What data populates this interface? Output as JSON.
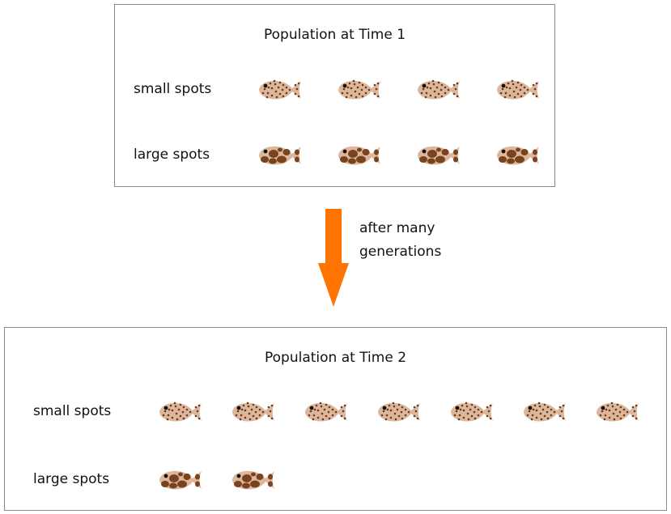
{
  "arrow_color": "#ff7300",
  "arrow_label": [
    "after many",
    "generations"
  ],
  "panels": [
    {
      "title": "Population at Time 1",
      "rows": [
        {
          "label": "small spots",
          "fish_type": "small-spots",
          "count": 4
        },
        {
          "label": "large spots",
          "fish_type": "large-spots",
          "count": 4
        }
      ]
    },
    {
      "title": "Population at Time 2",
      "rows": [
        {
          "label": "small spots",
          "fish_type": "small-spots",
          "count": 7
        },
        {
          "label": "large spots",
          "fish_type": "large-spots",
          "count": 2
        }
      ]
    }
  ],
  "colors": {
    "fish_body": "#dcb79c",
    "small_spot": "#6b3a1d",
    "large_spot": "#7a431f",
    "eye": "#111111",
    "box_border": "#8a8a8a"
  }
}
